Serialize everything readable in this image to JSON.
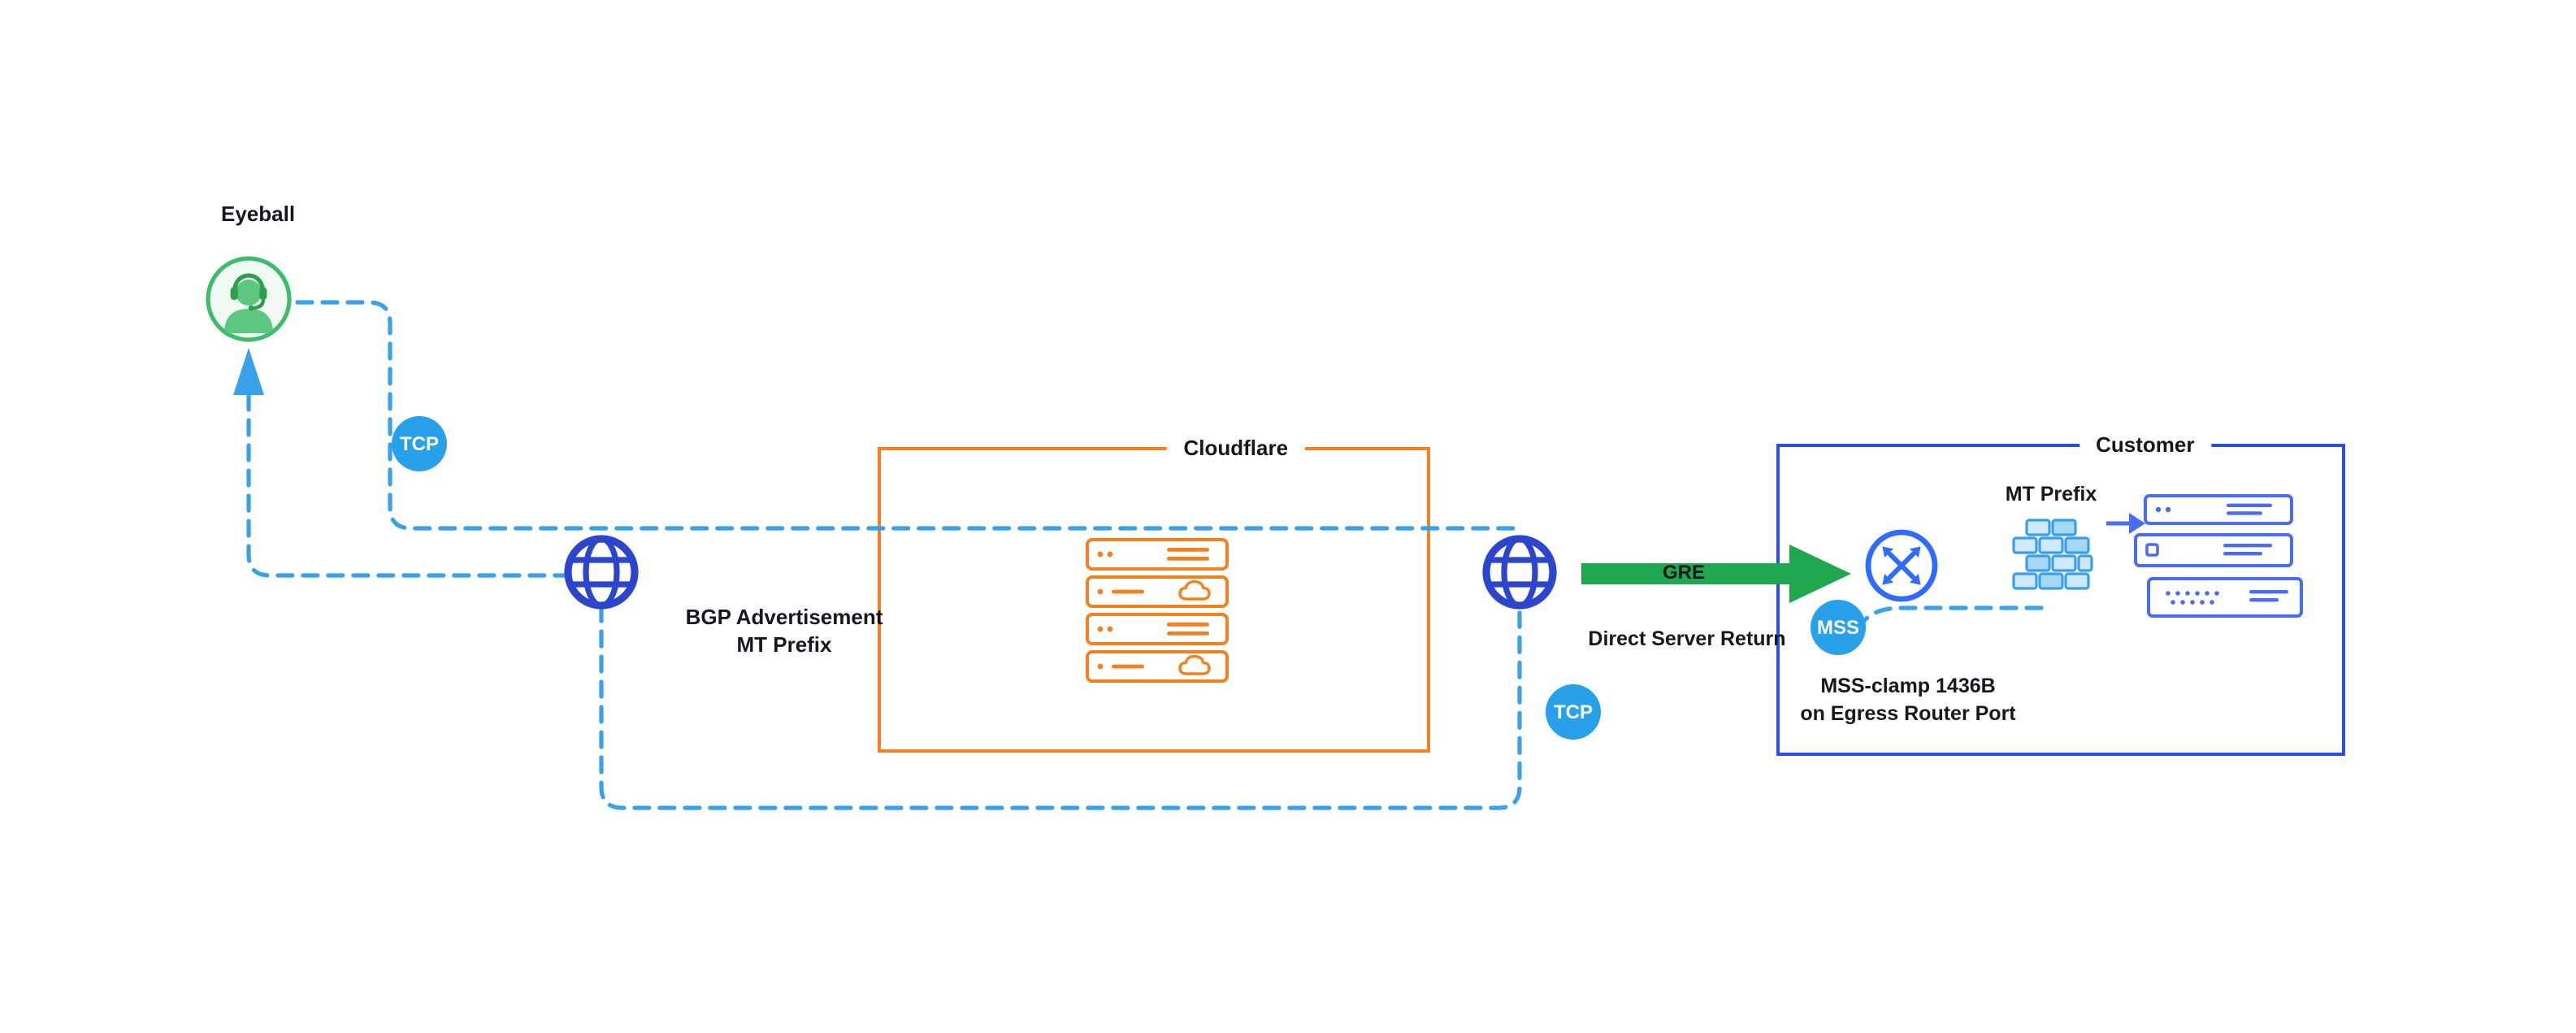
{
  "diagram": {
    "eyeball_label": "Eyeball",
    "tcp_badge_1": "TCP",
    "tcp_badge_2": "TCP",
    "mss_badge": "MSS",
    "bgp_advertisement_line1": "BGP Advertisement",
    "bgp_advertisement_line2": "MT Prefix",
    "cloudflare_label": "Cloudflare",
    "customer_label": "Customer",
    "gre_label": "GRE",
    "direct_server_return_label": "Direct Server Return",
    "mt_prefix_label": "MT Prefix",
    "mss_clamp_line1": "MSS-clamp 1436B",
    "mss_clamp_line2": "on Egress Router Port"
  },
  "colors": {
    "dashed_blue": "#38A1E9",
    "badge_blue": "#28A0EA",
    "globe_blue": "#2B46CC",
    "router_blue": "#2F6BFF",
    "server_blue": "#4A6CF8",
    "customer_border": "#2B50E0",
    "cloudflare_orange": "#F48120",
    "green": "#1FA850",
    "eyeball_green": "#3DBD6C",
    "firewall_fill": "#CDE9FB",
    "firewall_stroke": "#3B9FE8",
    "text": "#16181D"
  }
}
